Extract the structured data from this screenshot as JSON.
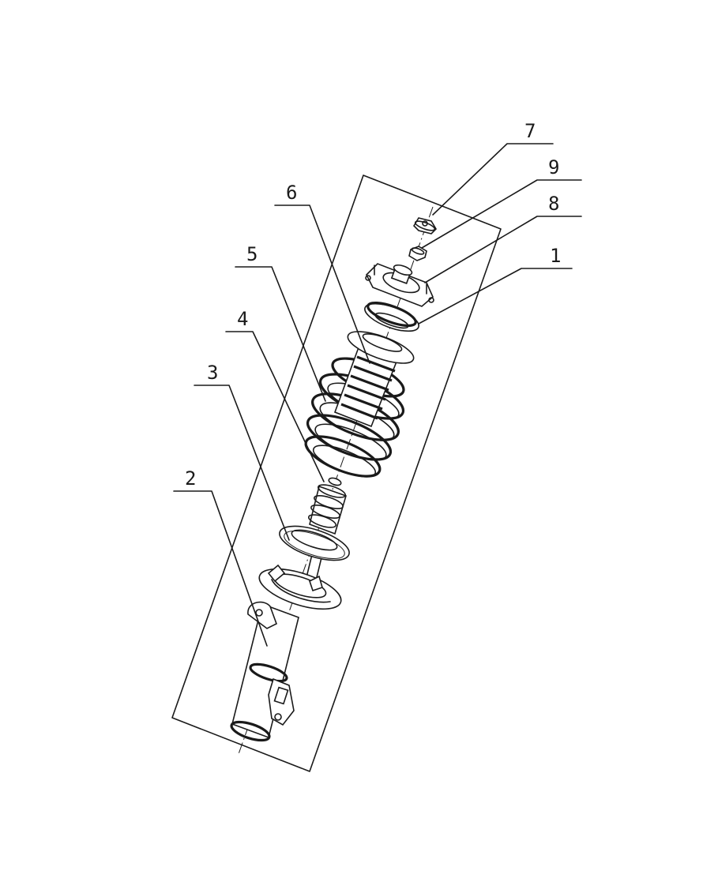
{
  "diagram": {
    "callouts": [
      {
        "id": "1",
        "label": "1"
      },
      {
        "id": "2",
        "label": "2"
      },
      {
        "id": "3",
        "label": "3"
      },
      {
        "id": "4",
        "label": "4"
      },
      {
        "id": "5",
        "label": "5"
      },
      {
        "id": "6",
        "label": "6"
      },
      {
        "id": "7",
        "label": "7"
      },
      {
        "id": "8",
        "label": "8"
      },
      {
        "id": "9",
        "label": "9"
      }
    ],
    "line_color": "#1a1a1a",
    "background": "#ffffff"
  }
}
